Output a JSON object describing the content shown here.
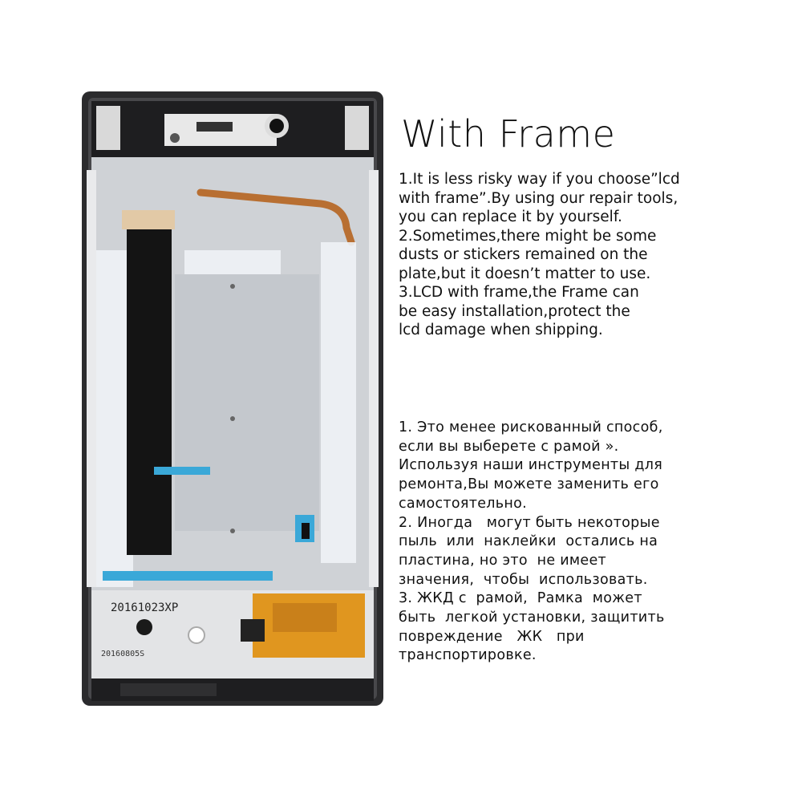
{
  "title": "With Frame",
  "photo": {
    "subject": "LCD screen assembly with frame, rear view",
    "date_code_top": "20161023XP",
    "date_code_bottom": "20160805S",
    "colors": {
      "frame": "#2b2b2d",
      "plate": "#cfd2d6",
      "ribbon": "#141414",
      "flex_blue": "#3aa8d8",
      "copper": "#c07a3a",
      "orange_flex": "#e0961f"
    }
  },
  "english_lines": [
    "1.It is less risky way if you choose”lcd",
    "with frame”.By using our repair tools,",
    "you can replace it by yourself.",
    "2.Sometimes,there might be some",
    "dusts or stickers remained on the",
    "plate,but it doesn’t matter to use.",
    "3.LCD with frame,the Frame can",
    "be easy installation,protect the",
    "lcd damage when shipping."
  ],
  "russian_lines": [
    "1. Это менее рискованный способ,",
    "если вы выберете с рамой ».",
    "Используя наши инструменты для",
    "ремонта,Вы можете заменить его",
    "самостоятельно.",
    "2. Иногда   могут быть некоторые",
    "пыль  или  наклейки  остались на",
    "пластина, но это  не имеет",
    "значения,  чтобы  использовать.",
    "3. ЖКД с  рамой,  Рамка  может",
    "быть  легкой установки, защитить",
    "повреждение   ЖК   при",
    "транспортировке."
  ]
}
